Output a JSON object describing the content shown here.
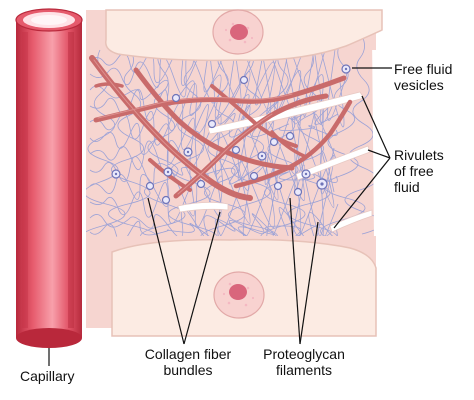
{
  "labels": {
    "free_fluid_vesicles": [
      "Free fluid",
      "vesicles"
    ],
    "rivulets": [
      "Rivulets",
      "of free",
      "fluid"
    ],
    "capillary": "Capillary",
    "collagen": [
      "Collagen fiber",
      "bundles"
    ],
    "proteoglycan": [
      "Proteoglycan",
      "filaments"
    ]
  },
  "colors": {
    "interstitium": "#f6d5d0",
    "cell_fill": "#fcebe3",
    "cell_outline": "#e7c2b8",
    "collagen": "#c96b6b",
    "filament": "#8d9ad8",
    "vesicle": "#6f74b8",
    "capillary_outer": "#e05566",
    "capillary_inner": "#ffe1e6",
    "leader": "#111111"
  },
  "icons": {
    "cell_nucleus": "nucleus-icon",
    "capillary": "capillary-tube-icon"
  }
}
